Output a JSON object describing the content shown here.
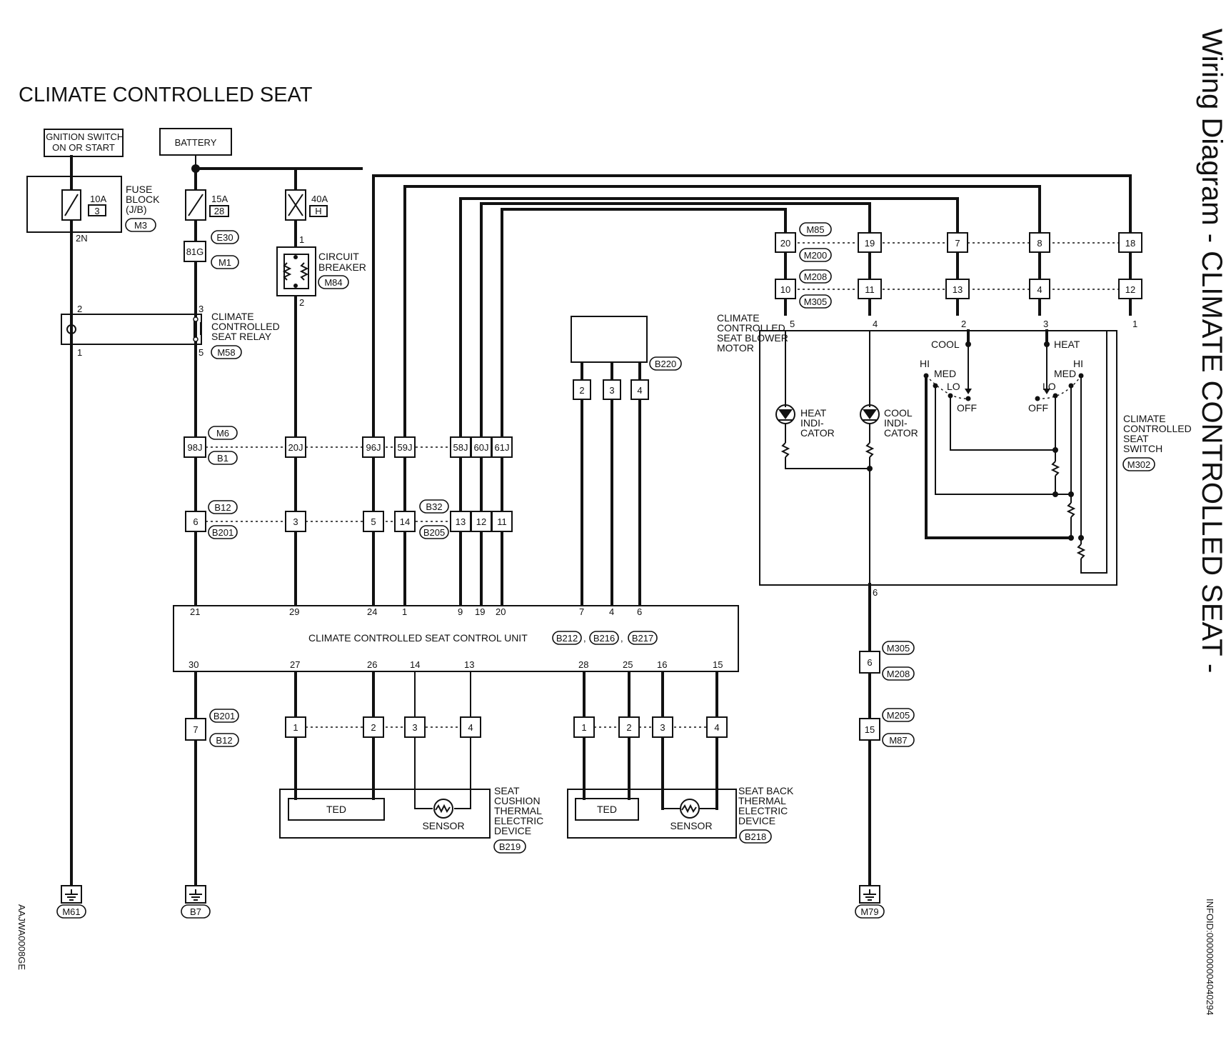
{
  "title": "CLIMATE CONTROLLED SEAT",
  "side_title": "Wiring Diagram - CLIMATE CONTROLLED SEAT -",
  "figure_code": "AAJWA0008GE",
  "info_id": "INFOID:0000000004040294",
  "power": {
    "ignition": [
      "IGNITION SWITCH",
      "ON OR START"
    ],
    "battery": "BATTERY"
  },
  "fuses": {
    "f10": {
      "amp": "10A",
      "no": "3"
    },
    "f15": {
      "amp": "15A",
      "no": "28"
    },
    "f40": {
      "amp": "40A",
      "no": "H"
    },
    "fuse_block": [
      "FUSE",
      "BLOCK",
      "(J/B)"
    ],
    "fb_conn": "M3",
    "fb_out": "2N"
  },
  "connectors": {
    "e30": "E30",
    "m1": "M1",
    "m84": "M84",
    "m58": "M58",
    "b220": "B220",
    "m85": "M85",
    "m200": "M200",
    "m208": "M208",
    "m305": "M305",
    "m302": "M302",
    "m6": "M6",
    "b1": "B1",
    "b12": "B12",
    "b201": "B201",
    "b32": "B32",
    "b205": "B205",
    "b212": "B212",
    "b216": "B216",
    "b217": "B217",
    "m205": "M205",
    "m87": "M87",
    "b219": "B219",
    "b218": "B218",
    "m61": "M61",
    "b7": "B7",
    "m79": "M79"
  },
  "components": {
    "circuit_breaker": [
      "CIRCUIT",
      "BREAKER"
    ],
    "relay": [
      "CLIMATE",
      "CONTROLLED",
      "SEAT RELAY"
    ],
    "blower": [
      "CLIMATE",
      "CONTROLLED",
      "SEAT BLOWER",
      "MOTOR"
    ],
    "switch": [
      "CLIMATE",
      "CONTROLLED",
      "SEAT",
      "SWITCH"
    ],
    "control_unit": "CLIMATE CONTROLLED SEAT CONTROL UNIT",
    "cushion": [
      "SEAT",
      "CUSHION",
      "THERMAL",
      "ELECTRIC",
      "DEVICE"
    ],
    "back": [
      "SEAT BACK",
      "THERMAL",
      "ELECTRIC",
      "DEVICE"
    ],
    "ted": "TED",
    "sensor": "SENSOR",
    "heat_ind": [
      "HEAT",
      "INDI-",
      "CATOR"
    ],
    "cool_ind": [
      "COOL",
      "INDI-",
      "CATOR"
    ]
  },
  "switch_labels": {
    "cool": "COOL",
    "heat": "HEAT",
    "hi": "HI",
    "med": "MED",
    "lo": "LO",
    "off": "OFF"
  },
  "pins": {
    "p81g": "81G",
    "p98j": "98J",
    "p20j": "20J",
    "p96j": "96J",
    "p59j": "59J",
    "p58j": "58J",
    "p60j": "60J",
    "p61j": "61J",
    "n1": "1",
    "n2": "2",
    "n3": "3",
    "n4": "4",
    "n5": "5",
    "n6": "6",
    "n7": "7",
    "n8": "8",
    "n9": "9",
    "n10": "10",
    "n11": "11",
    "n12": "12",
    "n13": "13",
    "n14": "14",
    "n15": "15",
    "n16": "16",
    "n18": "18",
    "n19": "19",
    "n20": "20",
    "n21": "21",
    "n24": "24",
    "n25": "25",
    "n26": "26",
    "n27": "27",
    "n28": "28",
    "n29": "29",
    "n30": "30"
  }
}
